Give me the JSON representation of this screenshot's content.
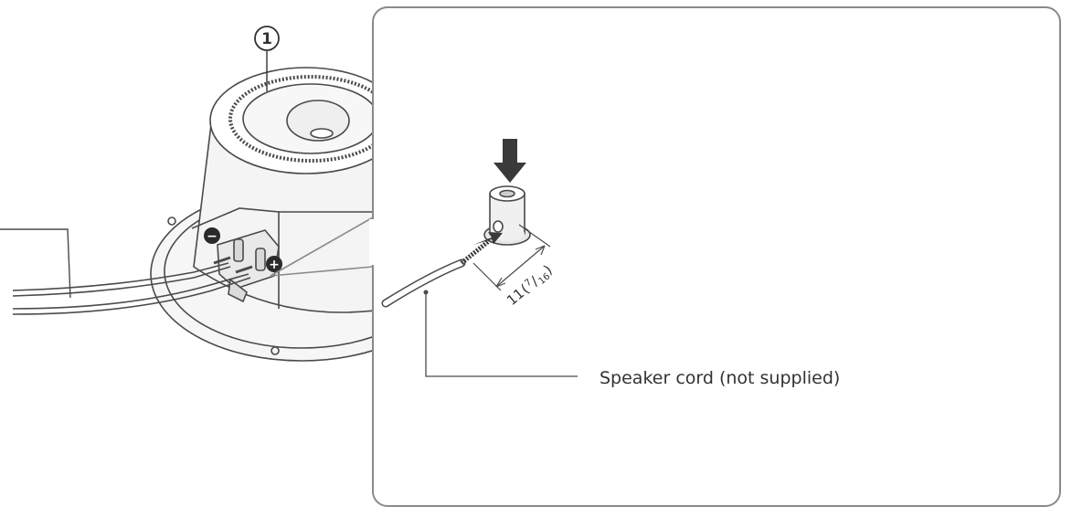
{
  "callouts": {
    "part_1": "1",
    "minus_sign": "−",
    "plus_sign": "+"
  },
  "labels": {
    "speaker_cord": "Speaker cord (not supplied)"
  },
  "dimension": {
    "whole": "11",
    "open_paren": "(",
    "frac_num": "7",
    "frac_slash": "/",
    "frac_den": "16",
    "close_paren": ")"
  },
  "colors": {
    "line": "#4a4a4a",
    "fill_light": "#f4f4f4",
    "fill_mid": "#e6e6e6",
    "fill_dark": "#3a3a3a"
  }
}
